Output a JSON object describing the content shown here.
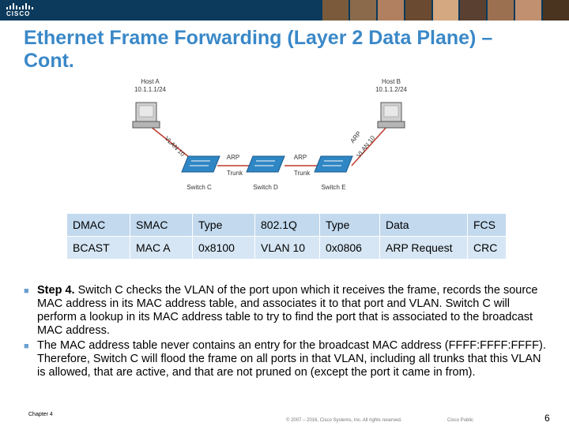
{
  "header": {
    "logo_text": "CISCO",
    "brand_color": "#0b3a5c",
    "photo_colors": [
      "#7a5a3a",
      "#8a6a4a",
      "#b08060",
      "#6a4a30",
      "#d4a880",
      "#5a4030",
      "#9a7050",
      "#c09070",
      "#4a3420"
    ]
  },
  "slide": {
    "title": "Ethernet Frame Forwarding (Layer 2 Data Plane) – Cont.",
    "title_color": "#3a88c8"
  },
  "diagram": {
    "host_a": {
      "name": "Host A",
      "ip": "10.1.1.1/24"
    },
    "host_b": {
      "name": "Host B",
      "ip": "10.1.1.2/24"
    },
    "switch_c": "Switch C",
    "switch_d": "Switch D",
    "switch_e": "Switch E",
    "vlan_left": "VLAN 10",
    "vlan_right": "VLAN 10",
    "arp_left_up": "ARP",
    "arp_left_down": "Trunk",
    "arp_right_up": "ARP",
    "arp_right_down": "Trunk",
    "arp_vertical": "ARP",
    "line_color": "#c0392b",
    "switch_color": "#2f86c4"
  },
  "frame_table": {
    "header": [
      "DMAC",
      "SMAC",
      "Type",
      "802.1Q",
      "Type",
      "Data",
      "FCS"
    ],
    "row": [
      "BCAST",
      "MAC A",
      "0x8100",
      "VLAN 10",
      "0x0806",
      "ARP Request",
      "CRC"
    ]
  },
  "bullets": [
    {
      "lead": "Step 4.",
      "text": " Switch C checks the VLAN of the port upon which it receives the frame, records the source MAC address in its MAC address table, and associates it to that port and VLAN. Switch C will perform a lookup in its MAC address table to try to find the port that is associated to the broadcast MAC address."
    },
    {
      "lead": "",
      "text": "The MAC address table never contains an entry for the broadcast MAC address (FFFF:FFFF:FFFF). Therefore, Switch C will flood the frame on all ports in that VLAN, including all trunks that this VLAN is allowed, that are active, and that are not pruned on (except the port it came in from)."
    }
  ],
  "footer": {
    "chapter": "Chapter 4",
    "copyright": "© 2007 – 2016, Cisco Systems, Inc. All rights reserved.",
    "classification": "Cisco Public",
    "page": "6"
  }
}
